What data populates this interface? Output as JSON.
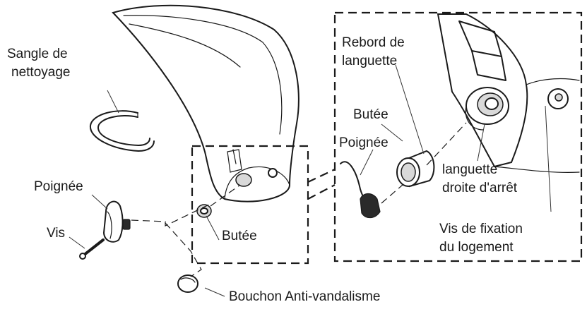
{
  "labels": {
    "sangle": [
      "Sangle de",
      "nettoyage"
    ],
    "poignee_left": "Poignée",
    "vis": "Vis",
    "butee_left": "Butée",
    "bouchon": "Bouchon Anti-vandalisme",
    "rebord": [
      "Rebord de",
      "languette"
    ],
    "butee_right": "Butée",
    "poignee_right": "Poignée",
    "languette": [
      "languette",
      "droite d'arrêt"
    ],
    "vis_fixation": [
      "Vis de fixation",
      "du logement"
    ]
  }
}
